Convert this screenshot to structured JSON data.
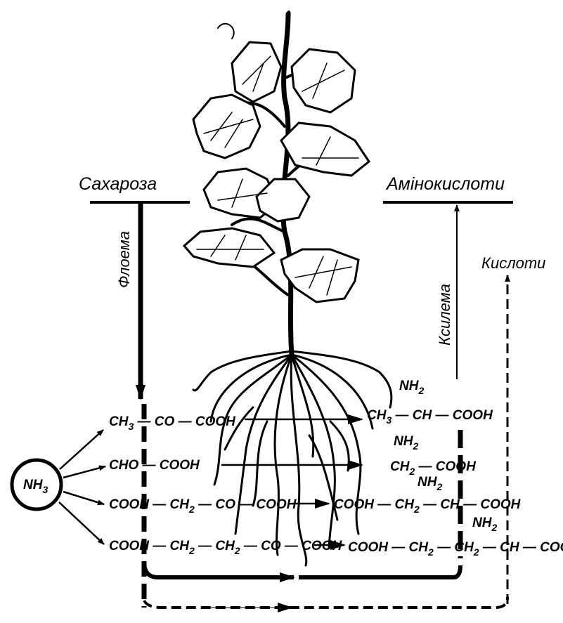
{
  "labels": {
    "sucrose": "Сахароза",
    "amino_acids": "Амінокислоти",
    "acids": "Кислоти",
    "phloem": "Флоема",
    "xylem": "Ксилема",
    "ammonia": [
      "NH",
      "3"
    ]
  },
  "left_formulas": [
    [
      [
        "CH",
        ""
      ],
      [
        "3",
        "sub"
      ],
      [
        " — CO — COOH",
        ""
      ]
    ],
    [
      [
        "CHO — COOH",
        ""
      ]
    ],
    [
      [
        "COOH — CH",
        ""
      ],
      [
        "2",
        "sub"
      ],
      [
        " — CO — COOH",
        ""
      ]
    ],
    [
      [
        "COOH — CH",
        ""
      ],
      [
        "2",
        "sub"
      ],
      [
        " — CH",
        ""
      ],
      [
        "2",
        "sub"
      ],
      [
        " — CO — COOH",
        ""
      ]
    ]
  ],
  "right_formulas": [
    [
      [
        "CH",
        ""
      ],
      [
        "3",
        "sub"
      ],
      [
        " — CH — COOH",
        ""
      ]
    ],
    [
      [
        "CH",
        ""
      ],
      [
        "2",
        "sub"
      ],
      [
        " — COOH",
        ""
      ]
    ],
    [
      [
        "COOH — CH",
        ""
      ],
      [
        "2",
        "sub"
      ],
      [
        " — CH — COOH",
        ""
      ]
    ],
    [
      [
        "COOH — CH",
        ""
      ],
      [
        "2",
        "sub"
      ],
      [
        " — CH",
        ""
      ],
      [
        "2",
        "sub"
      ],
      [
        " — CH — COOH",
        ""
      ]
    ]
  ],
  "amino_group": [
    [
      "NH",
      ""
    ],
    [
      "2",
      "sub"
    ]
  ]
}
